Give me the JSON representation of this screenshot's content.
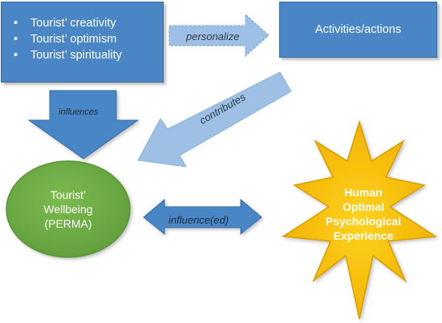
{
  "traits": {
    "items": [
      {
        "label": "Tourist’ creativity"
      },
      {
        "label": "Tourist’ optimism"
      },
      {
        "label": "Tourist’ spirituality"
      }
    ]
  },
  "activities": {
    "label": "Activities/actions"
  },
  "arrows": {
    "personalize": "personalize",
    "influences": "influences",
    "contributes": "contributes",
    "influenced": "influence(ed)"
  },
  "wellbeing": {
    "line1": "Tourist’",
    "line2": "Wellbeing",
    "line3": "(PERMA)"
  },
  "experience": {
    "line1": "Human",
    "line2": "Optimal",
    "line3": "Psychological",
    "line4": "Experience"
  },
  "colors": {
    "box_blue": "#4a86c6",
    "light_blue": "#9dc0e4",
    "green": "#70ad47",
    "star_yellow": "#f2b700"
  }
}
